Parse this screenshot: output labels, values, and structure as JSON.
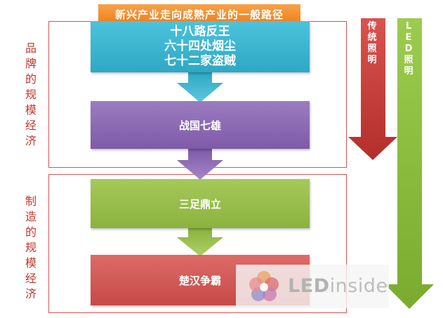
{
  "title": "新兴产业走向成熟产业的一般路径",
  "left_labels": {
    "top": "品牌的规模经济",
    "bottom": "制造的规模经济"
  },
  "stages": [
    {
      "lines": [
        "十八路反王",
        "六十四处烟尘",
        "七十二家盗贼"
      ]
    },
    {
      "lines": [
        "战国七雄"
      ]
    },
    {
      "lines": [
        "三足鼎立"
      ]
    },
    {
      "lines": [
        "楚汉争霸"
      ]
    }
  ],
  "right_arrows": {
    "red": "传统照明",
    "green": "LED照明"
  },
  "watermark": {
    "led": "LED",
    "rest": "inside"
  },
  "colors": {
    "title": "#ee7f1b",
    "stage_1": "#2ea8c4",
    "stage_2": "#7e5aa8",
    "stage_3": "#8bb23e",
    "stage_4": "#c64a47",
    "frame": "#d9534f",
    "arrow_red": "#c23b37",
    "arrow_green": "#8bbd3c"
  }
}
